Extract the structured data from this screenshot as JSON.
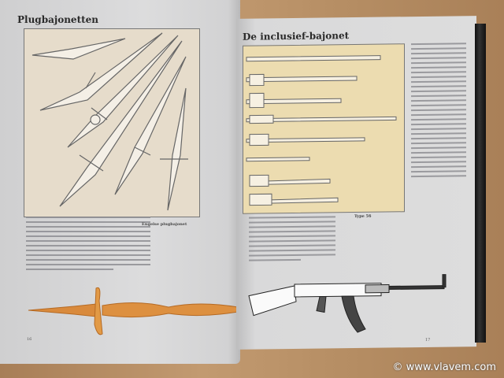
{
  "left_page": {
    "title": "Plugbajonetten",
    "caption_heading": "Engelse plugbajonet",
    "page_number": "16"
  },
  "right_page": {
    "title": "De inclusief-bajonet",
    "caption_heading": "Type 56",
    "page_number": "17"
  },
  "watermark": "© www.vlavem.com",
  "colors": {
    "background_wood": "#b48c64",
    "page": "#dcdcdd",
    "illustration_bg": "#e6dccb",
    "right_illustration_bg": "#ecdcb0",
    "sword": "#d98a3c"
  }
}
